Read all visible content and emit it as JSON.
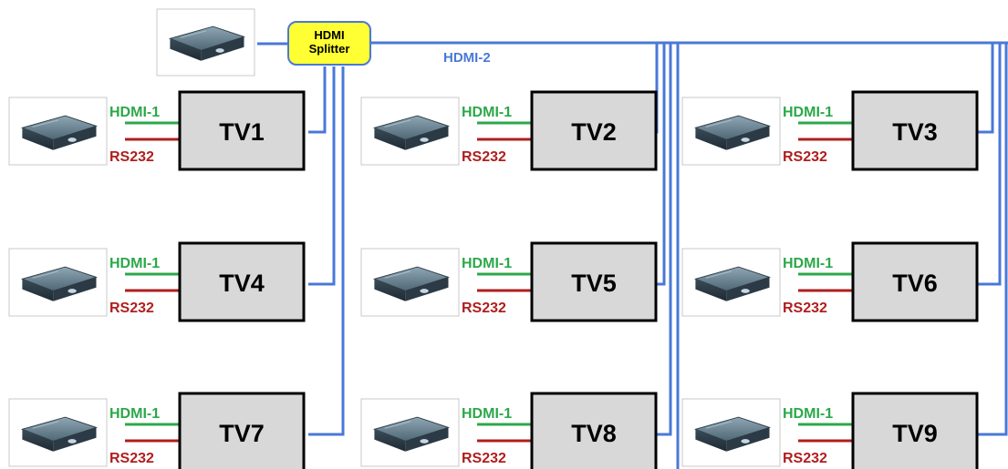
{
  "splitter": {
    "line1": "HDMI",
    "line2": "Splitter",
    "color": "#ffff33"
  },
  "bus_label": "HDMI-2",
  "hdmi1_label": "HDMI-1",
  "rs232_label": "RS232",
  "colors": {
    "hdmi2": "#4a78d8",
    "hdmi1": "#2ca84a",
    "rs232": "#b01e1e",
    "tv_fill": "#d8d8d8"
  },
  "tvs": [
    "TV1",
    "TV2",
    "TV3",
    "TV4",
    "TV5",
    "TV6",
    "TV7",
    "TV8",
    "TV9"
  ],
  "device_icon": "media-player-box-icon"
}
